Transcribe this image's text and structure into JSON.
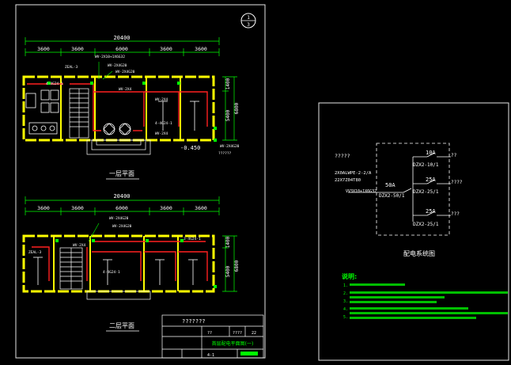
{
  "sheet": {
    "callout_top": "1",
    "callout_bottom": "3"
  },
  "floor1": {
    "title": "一层平面",
    "overall_dim": "20400",
    "bay_dims": [
      "3600",
      "3600",
      "6000",
      "3600",
      "3600"
    ],
    "right_dims": [
      "1400",
      "5400",
      "6800"
    ],
    "labels": [
      "WV-2X10+1X6G32",
      "ZEAL-3",
      "4-4G24-1",
      "WV-2X4G20",
      "WV-2X4G20",
      "WV-2X4",
      "WV-2X4",
      "4-4G24-1",
      "WV-2X4",
      "WV-2X4G20"
    ],
    "elevation": "-0.450",
    "stair_label": "??????"
  },
  "floor2": {
    "title": "二层平面",
    "overall_dim": "20400",
    "bay_dims": [
      "3600",
      "3600",
      "6000",
      "3600",
      "3600"
    ],
    "right_dims": [
      "1400",
      "5400",
      "6800"
    ],
    "labels": [
      "WV-2X4G20",
      "WV-2X4G20",
      "WV-2X4",
      "3-4G24-1",
      "4-4G24-1",
      "ZEAL-3"
    ]
  },
  "title_block": {
    "header": "???????",
    "row1": "22",
    "drawing_name": "首层配电平面图(一)",
    "sheet_no": "4-1"
  },
  "distribution": {
    "caption": "配电系统图",
    "feeder_labels": [
      "?????",
      "2X0ALWPE-2-2/A",
      "22X7Z04T80",
      "VV3X10+1X6G32"
    ],
    "main_breaker": "50A",
    "main_id": "DZX2-50/1",
    "branches": [
      {
        "rating": "10A",
        "id": "DZX2-10/1",
        "tag": "??"
      },
      {
        "rating": "25A",
        "id": "DZX2-25/1",
        "tag": "????"
      },
      {
        "rating": "25A",
        "id": "DZX2-25/1",
        "tag": "???"
      }
    ]
  },
  "notes": {
    "heading": "说明:",
    "items": [
      "1.",
      "2.",
      "3.",
      "4.",
      "5."
    ]
  }
}
